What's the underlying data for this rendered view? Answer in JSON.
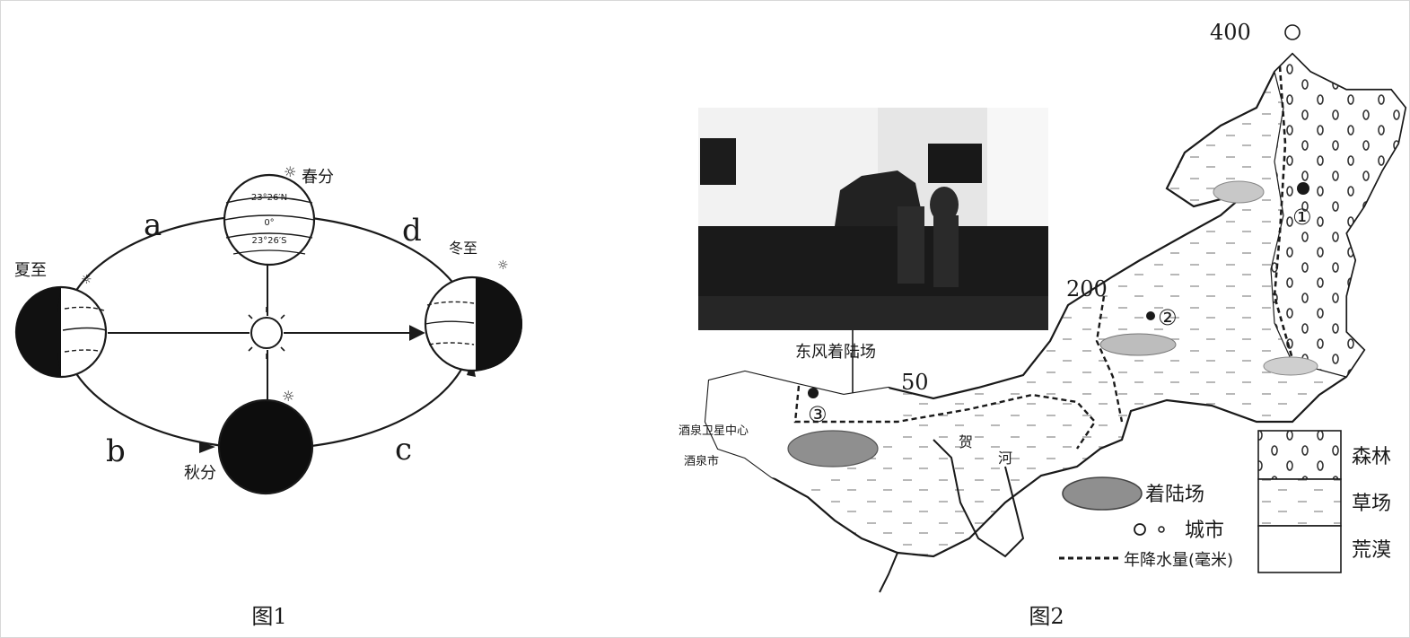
{
  "figure1": {
    "caption": "图1",
    "orbit_letters": {
      "a": "a",
      "b": "b",
      "c": "c",
      "d": "d"
    },
    "positions": {
      "spring_equinox": "春分",
      "summer_solstice": "夏至",
      "autumn_equinox": "秋分",
      "winter_solstice": "冬至"
    },
    "globe_labels": [
      "23°26′N",
      "0°",
      "23°26′S"
    ]
  },
  "figure2": {
    "caption": "图2",
    "photo_label": "东风着陆场",
    "isolines": [
      "400",
      "200",
      "50"
    ],
    "place_markers": [
      "①",
      "②",
      "③"
    ],
    "place_labels": {
      "jiuquan_center": "酒泉卫星中心",
      "jiuquan_city": "酒泉市",
      "inner_a": "贺",
      "inner_b": "河"
    },
    "legend": {
      "landing_site": "着陆场",
      "city": "城市",
      "precip_line": "年降水量(毫米)",
      "forest": "森林",
      "grassland": "草场",
      "desert": "荒漠"
    }
  }
}
